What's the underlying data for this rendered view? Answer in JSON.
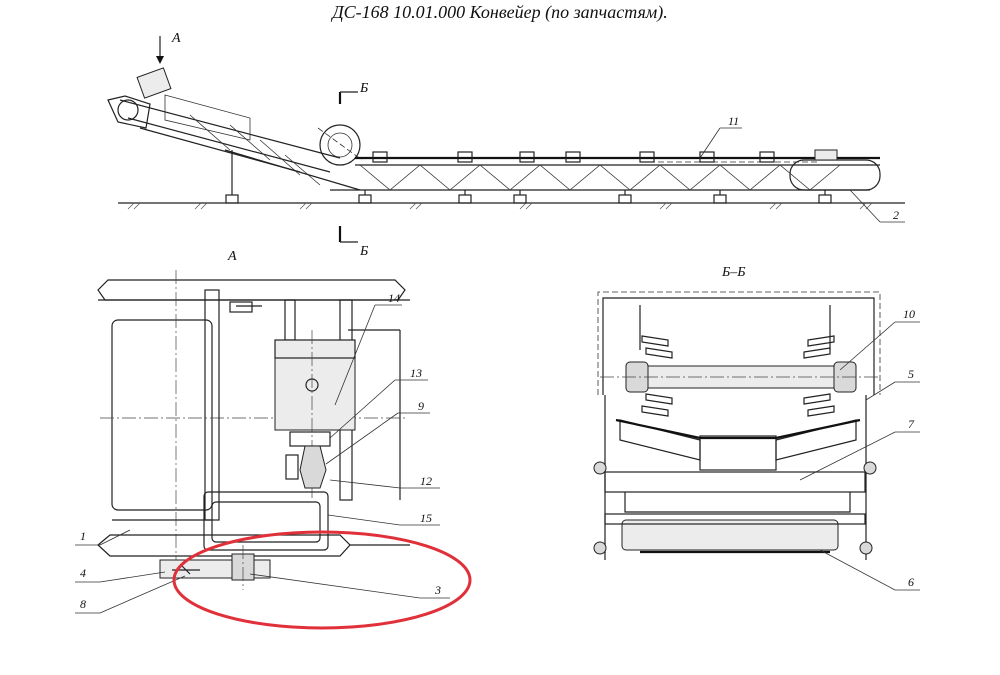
{
  "title": "ДС-168 10.01.000 Конвейер (по запчастям).",
  "views": {
    "side_arrow_label": "A",
    "section_top_label": "Б",
    "section_bottom_label": "Б",
    "view_a_label": "A",
    "section_bb_label": "Б–Б"
  },
  "callouts": {
    "c1": "1",
    "c2": "2",
    "c3": "3",
    "c4": "4",
    "c5": "5",
    "c6": "6",
    "c7": "7",
    "c8": "8",
    "c9": "9",
    "c10": "10",
    "c11": "11",
    "c12": "12",
    "c13": "13",
    "c14": "14",
    "c15": "15"
  },
  "highlight": {
    "color": "#e0303a",
    "target_callout": "3"
  }
}
